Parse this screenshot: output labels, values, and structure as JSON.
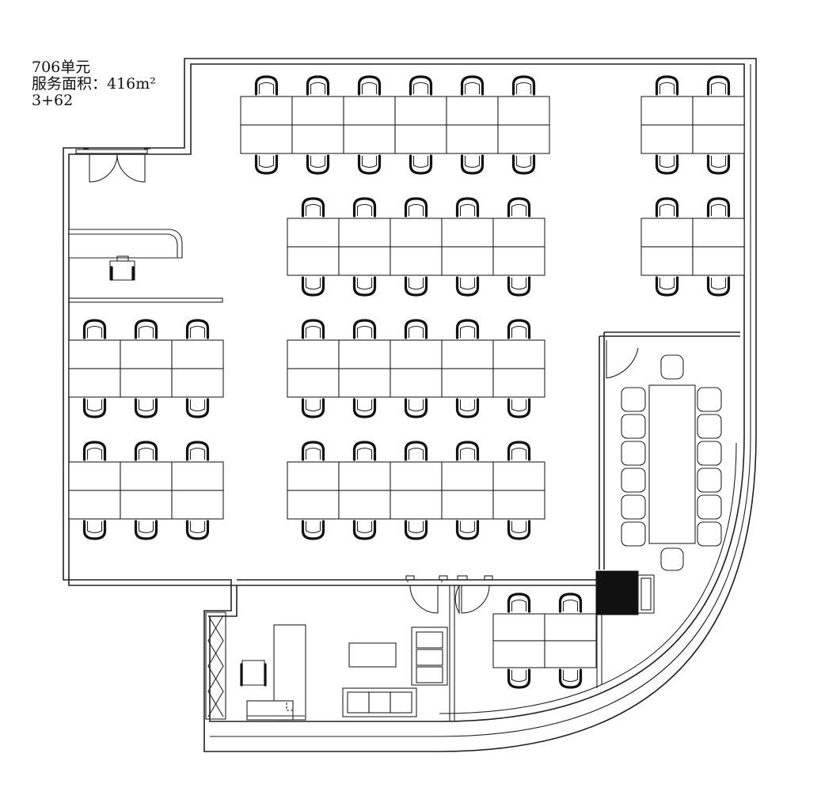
{
  "unit_info": {
    "unit_name": "706单元",
    "area_text": "服务面积：416m²",
    "seat_config": "3+62"
  },
  "colors": {
    "line": "#222222",
    "background": "#ffffff",
    "fill_solid": "#111111"
  }
}
